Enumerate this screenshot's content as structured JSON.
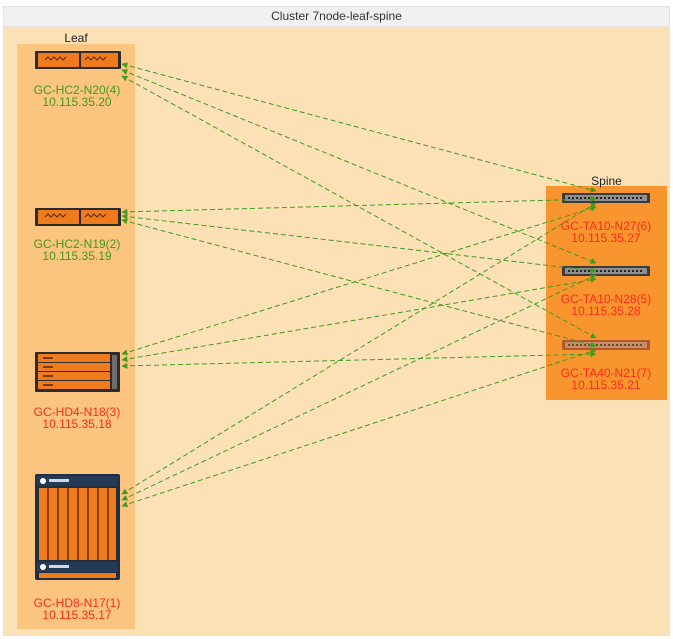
{
  "cluster": {
    "title": "Cluster 7node-leaf-spine"
  },
  "groups": {
    "leaf": "Leaf",
    "spine": "Spine"
  },
  "colors": {
    "ok": "#3f9a1d",
    "alert": "#ff2a1a",
    "edge": "#3f9a1d",
    "leaf_bg": "#fbc47f",
    "spine_bg": "#f9952f"
  },
  "leaf_nodes": [
    {
      "name": "GC-HC2-N20(4)",
      "ip": "10.115.35.20",
      "status": "ok",
      "device": "hc2"
    },
    {
      "name": "GC-HC2-N19(2)",
      "ip": "10.115.35.19",
      "status": "ok",
      "device": "hc2"
    },
    {
      "name": "GC-HD4-N18(3)",
      "ip": "10.115.35.18",
      "status": "alert",
      "device": "hd4"
    },
    {
      "name": "GC-HD8-N17(1)",
      "ip": "10.115.35.17",
      "status": "alert",
      "device": "hd8"
    }
  ],
  "spine_nodes": [
    {
      "name": "GC-TA10-N27(6)",
      "ip": "10.115.35.27",
      "status": "alert",
      "device": "switch"
    },
    {
      "name": "GC-TA10-N28(5)",
      "ip": "10.115.35.28",
      "status": "alert",
      "device": "switch"
    },
    {
      "name": "GC-TA40-N21(7)",
      "ip": "10.115.35.21",
      "status": "alert",
      "device": "switch"
    }
  ],
  "links": [
    {
      "leaf": 0,
      "spine": 0
    },
    {
      "leaf": 0,
      "spine": 1
    },
    {
      "leaf": 0,
      "spine": 2
    },
    {
      "leaf": 1,
      "spine": 0
    },
    {
      "leaf": 1,
      "spine": 1
    },
    {
      "leaf": 1,
      "spine": 2
    },
    {
      "leaf": 2,
      "spine": 0
    },
    {
      "leaf": 2,
      "spine": 1
    },
    {
      "leaf": 2,
      "spine": 2
    },
    {
      "leaf": 3,
      "spine": 0
    },
    {
      "leaf": 3,
      "spine": 1
    },
    {
      "leaf": 3,
      "spine": 2
    }
  ]
}
